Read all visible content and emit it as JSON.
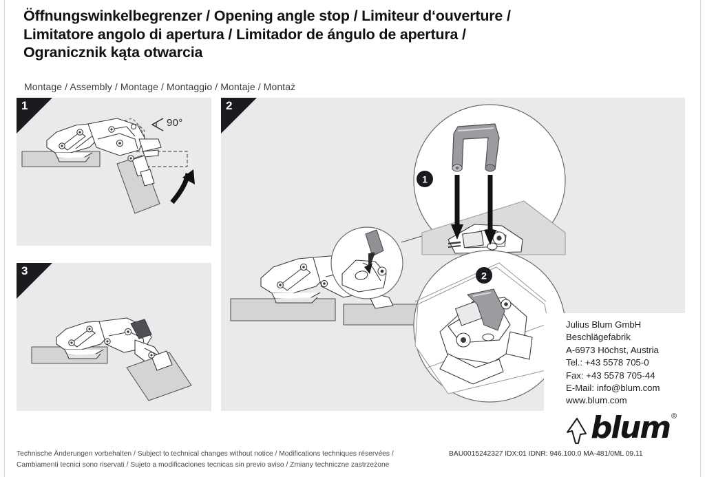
{
  "document": {
    "title_lines": [
      "Öffnungswinkelbegrenzer / Opening angle stop / Limiteur d‘ouverture /",
      "Limitatore angolo di apertura / Limitador de ángulo de apertura /",
      "Ogranicznik kąta otwarcia"
    ],
    "subtitle": "Montage / Assembly / Montage / Montaggio / Montaje / Montaż"
  },
  "panels": [
    {
      "id": "panel-1",
      "step_number": "1",
      "annotation": "90°",
      "annotation_icon": "angle-symbol",
      "description": "Hinge arm opened with front panel rotating, 90 degree reference angle and curved rotation arrow"
    },
    {
      "id": "panel-2",
      "step_number": "2",
      "description": "Hinge on cabinet with magnified detail circles showing clip insertion",
      "callouts": [
        {
          "marker": "1",
          "description": "U-shaped opening angle stop clip pressed down onto hinge cup with two insertion arrows"
        },
        {
          "marker": "2",
          "description": "Clip seated in final position on the hinge arm"
        }
      ]
    },
    {
      "id": "panel-3",
      "step_number": "3",
      "description": "Hinge closed to the limited opening angle with door panel at restricted position"
    }
  ],
  "company": {
    "lines": [
      "Julius Blum GmbH",
      "Beschlägefabrik",
      "A-6973 Höchst, Austria",
      "Tel.: +43 5578 705-0",
      "Fax: +43 5578 705-44",
      "E-Mail: info@blum.com",
      "www.blum.com"
    ]
  },
  "logo": {
    "wordmark": "blum",
    "registered": "®",
    "arrow_icon": "up-arrow-icon"
  },
  "footer": {
    "disclaimer_line1": "Technische Änderungen vorbehalten / Subject to technical changes without notice / Modifications techniques réservées /",
    "disclaimer_line2": "Cambiamenti tecnici sono riservati / Sujeto a modificaciones tecnicas sin previo aviso / Zmiany techniczne zastrzeżone",
    "doc_code": "BAU0015242327 IDX:01 IDNR: 946.100.0 MA-481/0ML 09.11"
  },
  "colors": {
    "panel_background": "#e8eaec",
    "badge_background": "#1b1b1f",
    "badge_text": "#ffffff",
    "part_fill": "#ffffff",
    "part_stroke": "#3a3a3a",
    "board_fill": "#d2d4d6",
    "clip_fill": "#9a9ca0",
    "text": "#1a1a1a"
  }
}
